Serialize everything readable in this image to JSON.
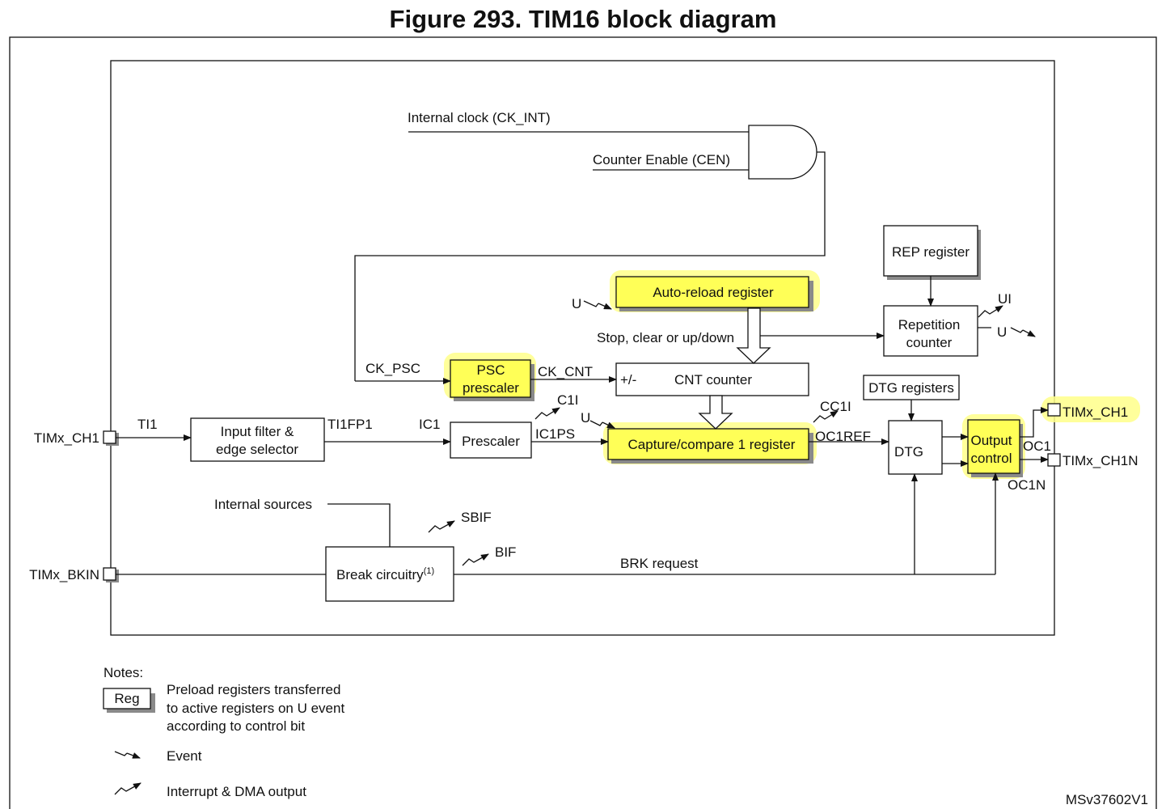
{
  "title": "Figure 293. TIM16 block diagram",
  "colors": {
    "highlight": "#ffff57",
    "line": "#111111",
    "shadow": "#8a8a8a"
  },
  "signals": {
    "internal_clock": "Internal clock (CK_INT)",
    "counter_enable": "Counter Enable (CEN)",
    "ck_psc": "CK_PSC",
    "ck_cnt": "CK_CNT",
    "u_arr": "U",
    "stop_clear": "Stop, clear or up/down",
    "ui": "UI",
    "u_rep": "U",
    "ti1": "TI1",
    "ti1fp1": "TI1FP1",
    "ic1": "IC1",
    "c1i": "C1I",
    "u_cc": "U",
    "ic1ps": "IC1PS",
    "cc1i": "CC1I",
    "oc1ref": "OC1REF",
    "oc1": "OC1",
    "oc1n": "OC1N",
    "internal_sources": "Internal sources",
    "sbif": "SBIF",
    "bif": "BIF",
    "brk_request": "BRK request"
  },
  "pins": {
    "timx_ch1_in": "TIMx_CH1",
    "timx_bkin": "TIMx_BKIN",
    "timx_ch1_out": "TIMx_CH1",
    "timx_ch1n": "TIMx_CH1N"
  },
  "blocks": {
    "rep_register": "REP register",
    "auto_reload": "Auto-reload register",
    "repetition_counter_1": "Repetition",
    "repetition_counter_2": "counter",
    "psc_1": "PSC",
    "psc_2": "prescaler",
    "cnt_sign": "+/-",
    "cnt_counter": "CNT counter",
    "dtg_registers": "DTG registers",
    "input_filter_1": "Input filter &",
    "input_filter_2": "edge selector",
    "prescaler": "Prescaler",
    "capture_compare": "Capture/compare 1 register",
    "dtg": "DTG",
    "output_control_1": "Output",
    "output_control_2": "control",
    "break_circuitry": "Break circuitry",
    "break_footnote": "(1)"
  },
  "notes": {
    "heading": "Notes:",
    "reg_label": "Reg",
    "reg_desc_1": "Preload registers transferred",
    "reg_desc_2": "to active registers on U event",
    "reg_desc_3": "according to control bit",
    "event": "Event",
    "interrupt": "Interrupt & DMA output"
  },
  "figure_id": "MSv37602V1"
}
